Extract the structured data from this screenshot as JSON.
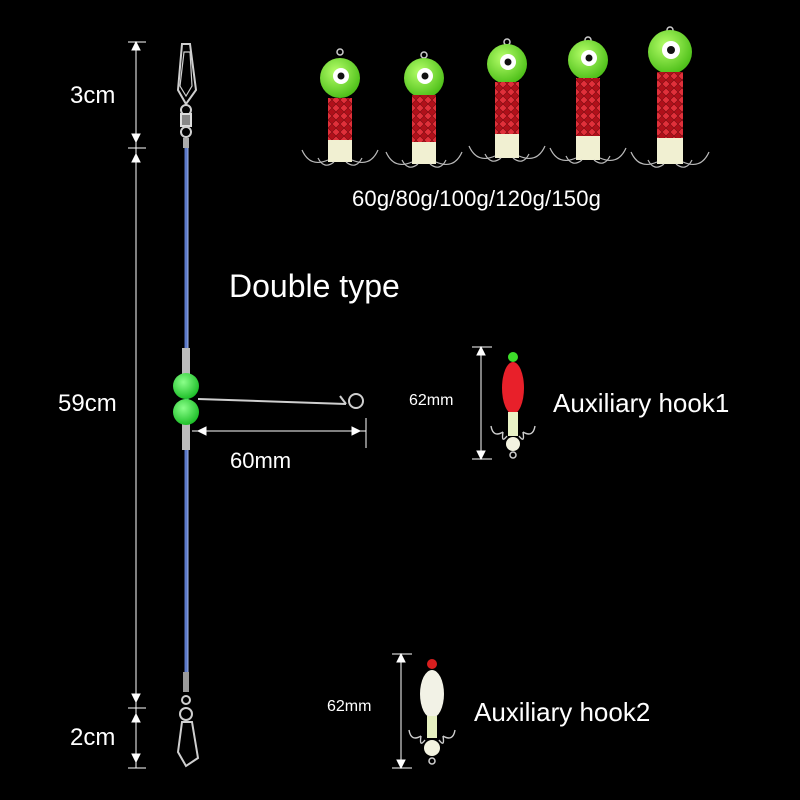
{
  "title": "Double type",
  "weights_label": "60g/80g/100g/120g/150g",
  "rig": {
    "top_length": "3cm",
    "main_length": "59cm",
    "bottom_length": "2cm",
    "arm_length": "60mm"
  },
  "auxiliary_hooks": [
    {
      "name": "Auxiliary hook1",
      "length": "62mm",
      "body_color": "#e8202a",
      "bead_color": "#3ddc2a"
    },
    {
      "name": "Auxiliary hook2",
      "length": "62mm",
      "body_color": "#f2f2e6",
      "bead_color": "#d81e1e"
    }
  ],
  "jig_colors": {
    "head": "#7ee52a",
    "eye": "#ffffff",
    "pupil": "#111111",
    "body": "#c8141e",
    "collar": "#f1f0d2"
  },
  "line_color": "#5b79c9",
  "bead_color": "#39e63a"
}
